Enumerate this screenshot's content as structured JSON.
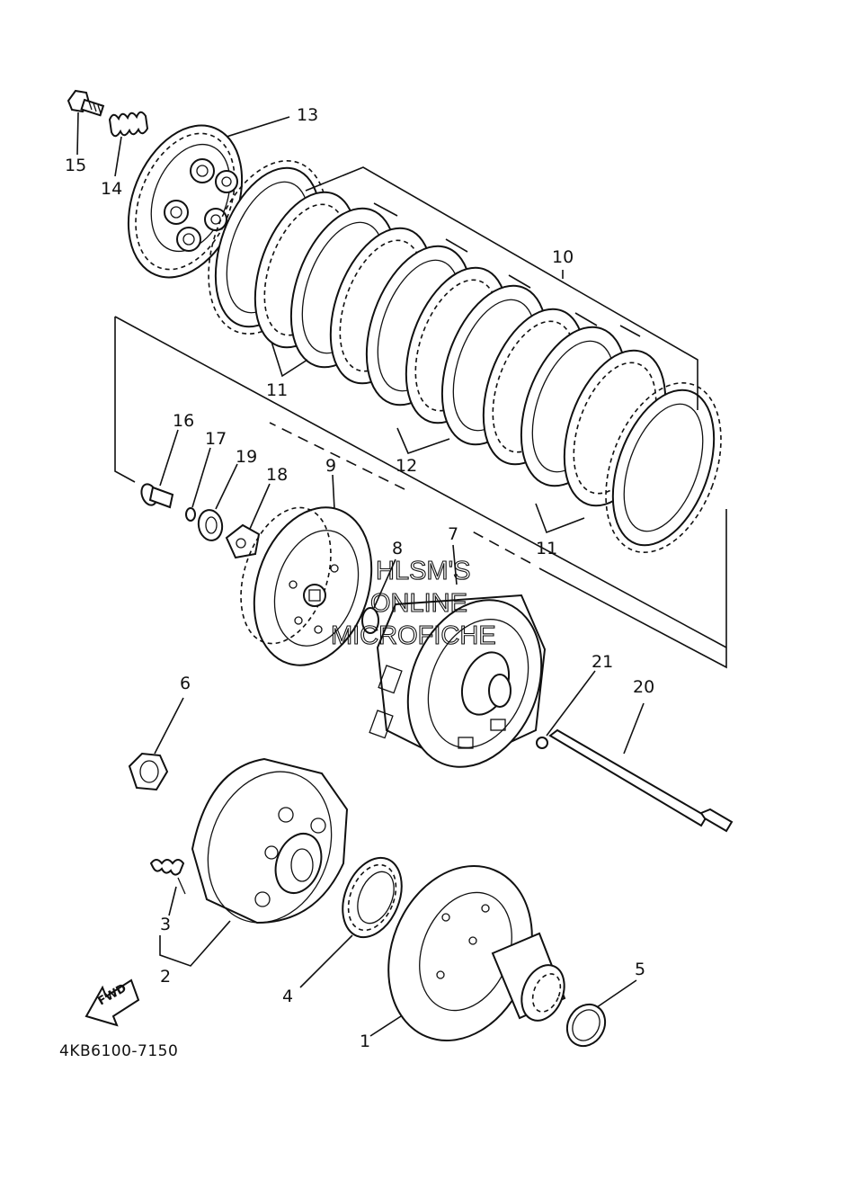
{
  "callouts": {
    "c1": "1",
    "c2": "2",
    "c3": "3",
    "c4": "4",
    "c5": "5",
    "c6": "6",
    "c7": "7",
    "c8": "8",
    "c9": "9",
    "c10": "10",
    "c11a": "11",
    "c11b": "11",
    "c12": "12",
    "c13": "13",
    "c14": "14",
    "c15": "15",
    "c16": "16",
    "c17": "17",
    "c18": "18",
    "c19": "19",
    "c20": "20",
    "c21": "21"
  },
  "diagram_code": "4KB6100-7150",
  "fwd_label": "FWD",
  "watermark": {
    "line1": "HLSM'S",
    "line2": "ONLINE",
    "line3": "MICROFICHE"
  }
}
